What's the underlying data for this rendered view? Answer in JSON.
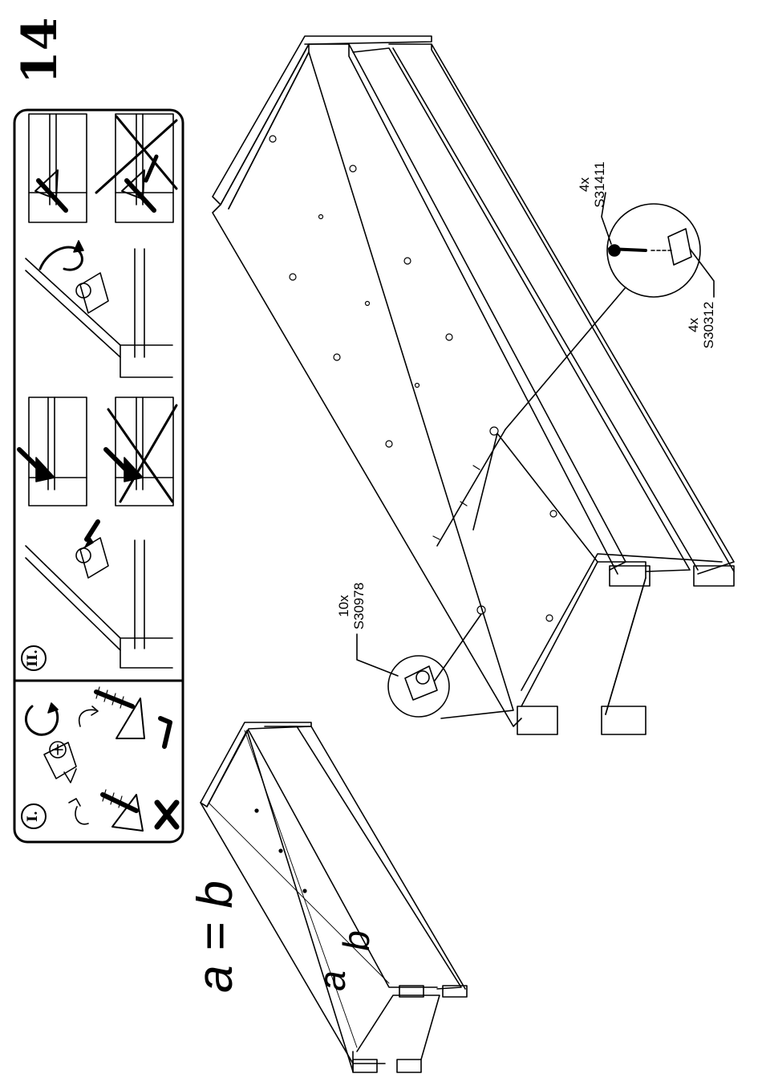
{
  "step": {
    "number": "14"
  },
  "legend_panel": {
    "section_1_label": "I.",
    "section_2_label": "II."
  },
  "parts": [
    {
      "quantity": "10x",
      "code": "S30978"
    },
    {
      "quantity": "4x",
      "code": "S31411"
    },
    {
      "quantity": "4x",
      "code": "S30312"
    }
  ],
  "squareness_check": {
    "formula": "a = b",
    "label_a": "a",
    "label_b": "b"
  },
  "colors": {
    "line": "#000000",
    "background": "#ffffff"
  }
}
